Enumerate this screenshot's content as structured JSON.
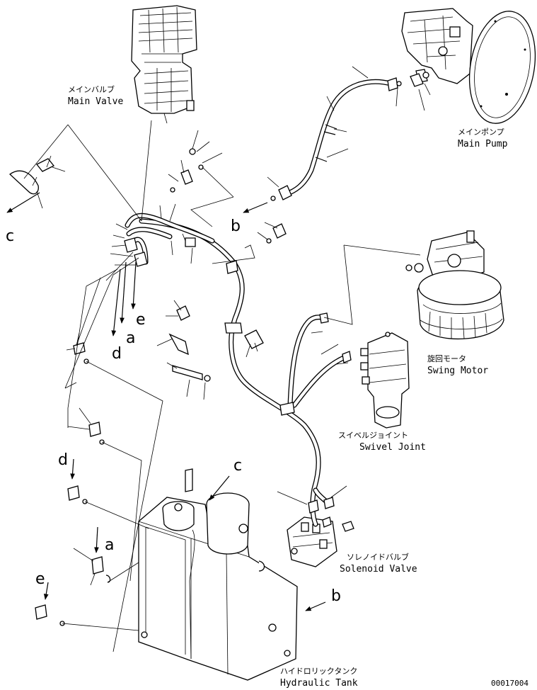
{
  "labels": {
    "main_valve_jp": "メインバルブ",
    "main_valve_en": "Main Valve",
    "main_pump_jp": "メインポンプ",
    "main_pump_en": "Main Pump",
    "swing_motor_jp": "旋回モータ",
    "swing_motor_en": "Swing Motor",
    "swivel_joint_jp": "スイベルジョイント",
    "swivel_joint_en": "Swivel Joint",
    "solenoid_valve_jp": "ソレノイドバルブ",
    "solenoid_valve_en": "Solenoid Valve",
    "hydraulic_tank_jp": "ハイドロリックタンク",
    "hydraulic_tank_en": "Hydraulic Tank"
  },
  "markers": {
    "a1": "a",
    "a2": "a",
    "b1": "b",
    "b2": "b",
    "c1": "c",
    "c2": "c",
    "d1": "d",
    "d2": "d",
    "e1": "e",
    "e2": "e"
  },
  "drawing_code": "00017004"
}
